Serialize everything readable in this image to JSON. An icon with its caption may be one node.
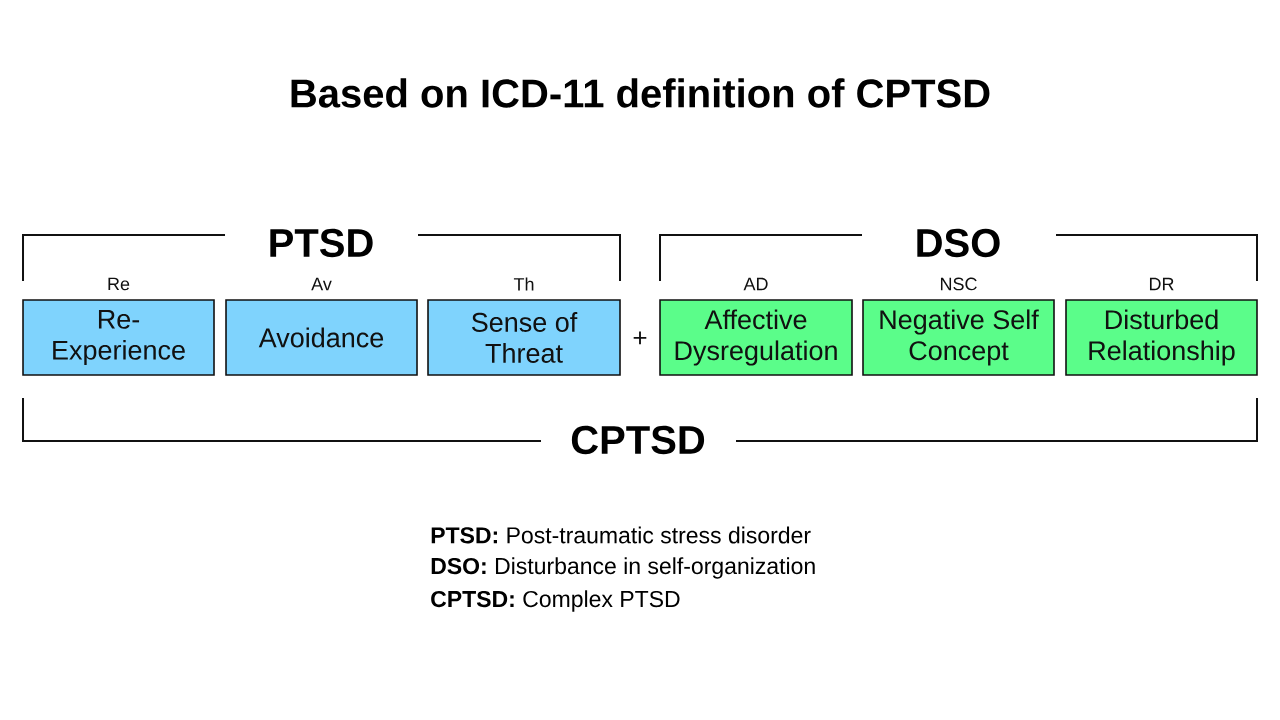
{
  "diagram": {
    "title": "Based on ICD-11 definition of CPTSD",
    "nodes": [
      {
        "text": [
          "Re- Experience"
        ],
        "beside": [
          "Re"
        ]
      },
      {
        "text": [
          "Avoidance"
        ],
        "beside": [
          "Av"
        ]
      },
      {
        "text": [
          "Sense of Threat"
        ],
        "beside": [
          "Th"
        ]
      },
      {
        "text": [
          "Affective Dysregulation"
        ],
        "beside": [
          "AD"
        ]
      },
      {
        "text": [
          "Negative Self Concept"
        ],
        "beside": [
          "NSC"
        ]
      },
      {
        "text": [
          "Disturbed Relationship"
        ],
        "beside": [
          "DR"
        ]
      }
    ],
    "labels": [
      "PTSD",
      "DSO",
      "+",
      "CPTSD",
      "**PTSD:** Post-traumatic stress disorder",
      "**DSO:** Disturbance in self-organization",
      "**CPTSD:** Complex PTSD"
    ]
  }
}
